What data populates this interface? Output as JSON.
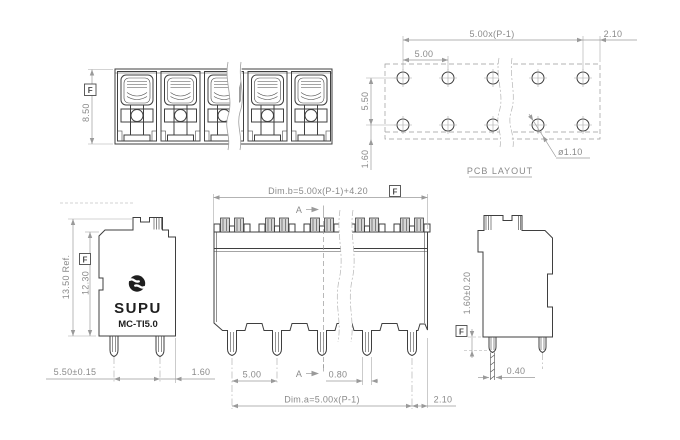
{
  "product": {
    "brand": "SUPU",
    "model": "MC-TI5.0"
  },
  "labels": {
    "datum": "F",
    "top_view": {
      "height": "8.50"
    },
    "pcb_view": {
      "total_pitch": "5.00x(P-1)",
      "edge": "2.10",
      "pitch": "5.00",
      "row_spacing": "5.50",
      "row_offset": "1.60",
      "hole_dia": "ø1.10",
      "caption": "PCB LAYOUT"
    },
    "left_view": {
      "overall_height": "13.50 Ref.",
      "body_height": "12.30",
      "pin_spacing": "5.50±0.15",
      "pin_to_edge": "1.60"
    },
    "front_view": {
      "dim_b": "Dim.b=5.00x(P-1)+4.20",
      "section": "A",
      "pitch": "5.00",
      "pin_width": "0.80",
      "dim_a": "Dim.a=5.00x(P-1)",
      "edge": "2.10"
    },
    "right_view": {
      "standoff": "1.60±0.20",
      "pin_thickness": "0.40"
    }
  },
  "colors": {
    "object_line": "#3f3f3f",
    "dim_line": "#9a9a9a",
    "dim_text": "#8a8a8a",
    "brand_text": "#1e1e1e",
    "background": "#ffffff"
  }
}
